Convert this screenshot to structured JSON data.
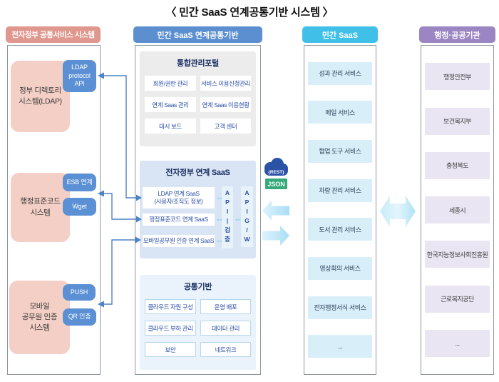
{
  "title": "〈 민간 SaaS 연계공통기반 시스템 〉",
  "colors": {
    "egov_header": "#e0978d",
    "egov_box": "#f3cfc5",
    "badge_blue": "#5b90d4",
    "platform_header": "#5b8fd0",
    "saas_header": "#40c0e8",
    "agency_header": "#9c85c3",
    "json_green": "#36a97b",
    "cloud_blue": "#2a52a5",
    "arrow_light_blue": "#b5e3f6",
    "connector_blue": "#4d82c6",
    "panel_title_navy": "#1b2f63",
    "cell_text_blue": "#2b4ea6"
  },
  "columns": {
    "egov": {
      "header": "전자정부 공통서비스 시스템",
      "systems": [
        {
          "label": "정부 디렉토리\n시스템(LDAP)",
          "badge1": "LDAP\nprotocol\nAPI"
        },
        {
          "label": "행정표준코드\n시스템",
          "badge1": "ESB 연계",
          "badge2": "Wget"
        },
        {
          "label": "모바일\n공무원 인증\n시스템",
          "badge1": "PUSH",
          "badge2": "QR 인증"
        }
      ]
    },
    "platform": {
      "header": "민간 SaaS 연계공통기반",
      "portal": {
        "title": "통합관리포털",
        "items": [
          "회원/권한 관리",
          "서비스 이용신청관리",
          "연계 Saas 관리",
          "연계 Saas 이용현황",
          "대시 보드",
          "고객 센터"
        ]
      },
      "egov_saas": {
        "title": "전자정부 연계 SaaS",
        "items": [
          "LDAP 연계 SaaS\n(사용자/조직도 정보)",
          "행정표준코드 연계 SaaS",
          "모바일공무원 인증 연계 SaaS"
        ],
        "api_validation": "A\nP\nI\n|\n검\n증",
        "api_gateway": "A\nP\nI\nG\n/\nW",
        "link_symbol": "⇔"
      },
      "common": {
        "title": "공통기반",
        "items": [
          "클라우드 자원 구성",
          "운영 배포",
          "클라우드 부하 관리",
          "데이터 관리",
          "보안",
          "네트워크"
        ]
      }
    },
    "saas": {
      "header": "민간 SaaS",
      "items": [
        "성과 관리 서비스",
        "메일 서비스",
        "협업 도구 서비스",
        "차량 관리 서비스",
        "도서 관리 서비스",
        "영상회의 서비스",
        "전자행정서식 서비스",
        "..."
      ]
    },
    "agencies": {
      "header": "행정·공공기관",
      "items": [
        "행정안전부",
        "보건복지부",
        "충청북도",
        "세종시",
        "한국지능정보사회진흥원",
        "근로복지공단",
        "..."
      ]
    }
  },
  "middle": {
    "rest_label": "{REST}",
    "json_label": "JSON"
  }
}
